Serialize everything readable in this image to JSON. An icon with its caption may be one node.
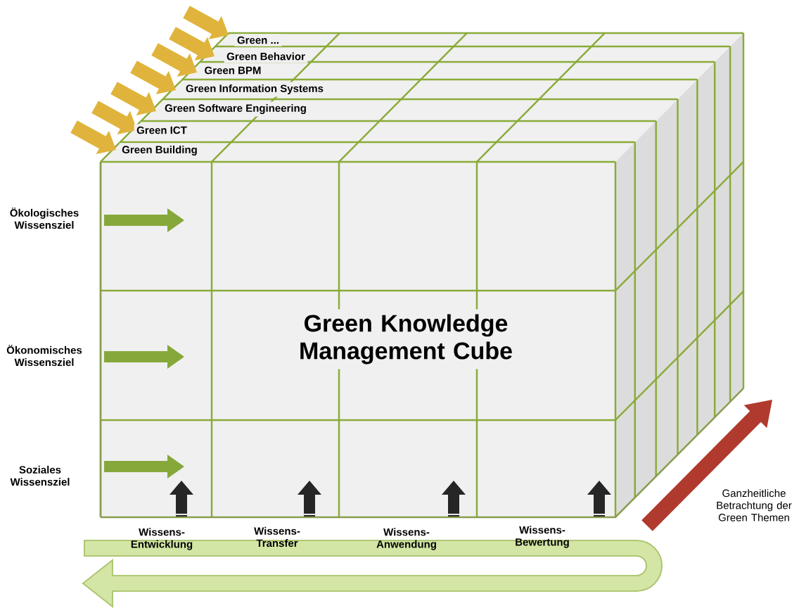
{
  "diagram": {
    "nodes": [
      {
        "text": [
          "Green Knowledge Management Cube"
        ]
      }
    ],
    "labels": [
      "Green ...",
      "Green Behavior",
      "Green BPM",
      "Green Information Systems",
      "Green Software Engineering",
      "Green ICT",
      "Green Building",
      "Ökologisches Wissensziel",
      "Ökonomisches Wissensziel",
      "Soziales Wissensziel",
      "Wissens- Entwicklung",
      "Wissens- Transfer",
      "Wissens- Anwendung",
      "Wissens- Bewertung",
      "Ganzheitliche Betrachtung der Green Themen"
    ]
  }
}
